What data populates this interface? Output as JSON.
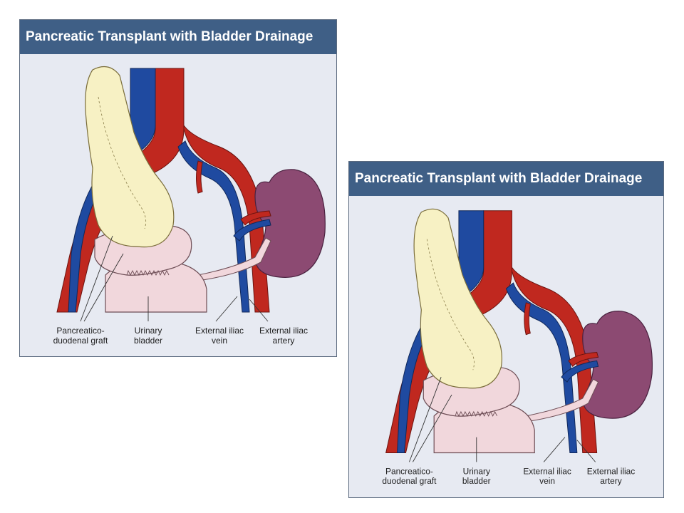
{
  "panels": [
    {
      "title": "Pancreatic Transplant with Bladder Drainage",
      "labels": {
        "graft_line1": "Pancreatico-",
        "graft_line2": "duodenal graft",
        "bladder_line1": "Urinary",
        "bladder_line2": "bladder",
        "vein_line1": "External iliac",
        "vein_line2": "vein",
        "artery_line1": "External iliac",
        "artery_line2": "artery"
      }
    },
    {
      "title": "Pancreatic Transplant with Bladder Drainage",
      "labels": {
        "graft_line1": "Pancreatico-",
        "graft_line2": "duodenal graft",
        "bladder_line1": "Urinary",
        "bladder_line2": "bladder",
        "vein_line1": "External iliac",
        "vein_line2": "vein",
        "artery_line1": "External iliac",
        "artery_line2": "artery"
      }
    }
  ],
  "colors": {
    "header_bg": "#3f5f86",
    "panel_bg": "#e7eaf2",
    "artery": "#c0281f",
    "vein": "#1f4aa0",
    "pancreas": "#f7f1c4",
    "bladder": "#f1d7dc",
    "kidney": "#8c4a72"
  }
}
